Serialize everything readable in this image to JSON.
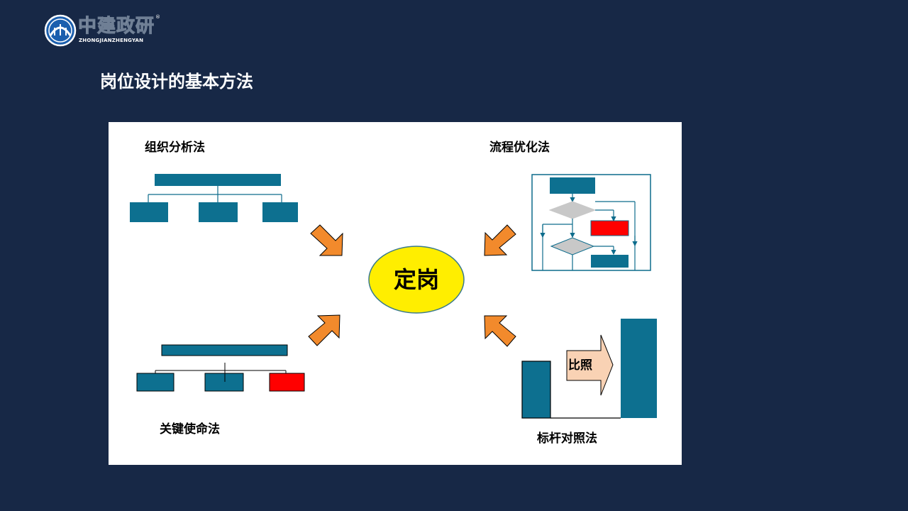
{
  "header": {
    "logo_text": "中建政研",
    "logo_subtext": "ZHONGJIANZHENGYAN",
    "logo_reg_mark": "®",
    "title": "岗位设计的基本方法"
  },
  "diagram": {
    "center_label": "定岗",
    "methods": {
      "org_analysis": "组织分析法",
      "process_optimization": "流程优化法",
      "key_mission": "关键使命法",
      "benchmarking": "标杆对照法"
    },
    "benchmark_arrow_label": "比照"
  },
  "colors": {
    "background": "#172846",
    "box_teal": "#0d7090",
    "highlight_red": "#ff0000",
    "center_fill": "#ffee00",
    "arrow_orange": "#f28a2c",
    "compare_arrow_fill": "#f9d2b4",
    "diamond_gray": "#c8c8c8"
  }
}
